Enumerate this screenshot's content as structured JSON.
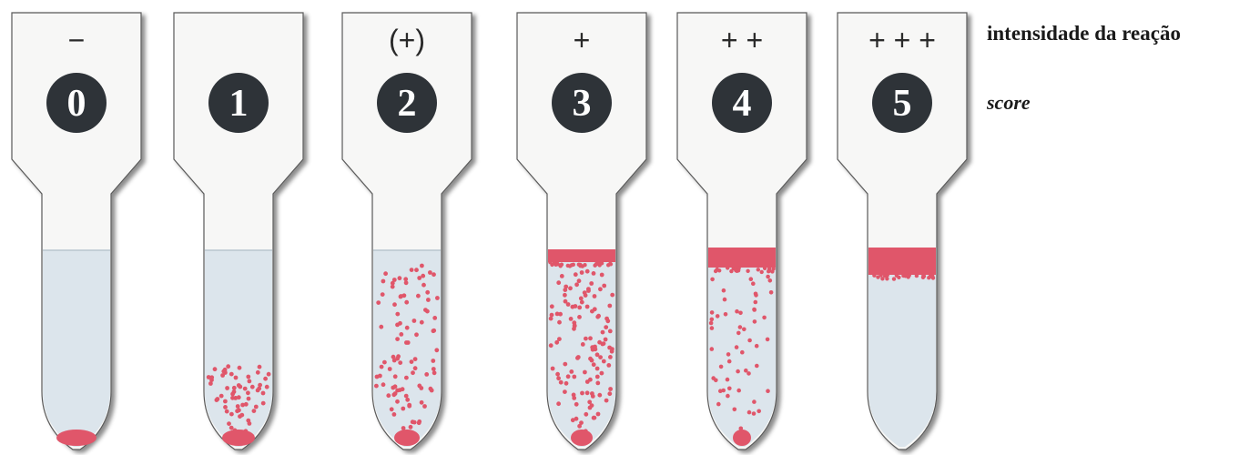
{
  "legend": {
    "reaction_label": "intensidade da reação",
    "score_label": "score"
  },
  "colors": {
    "card": "#f7f7f6",
    "card_edge": "#5a5a5a",
    "liquid": "#dce5ec",
    "cells": "#e0566a",
    "badge": "#2e3338",
    "badge_text": "#ffffff",
    "symbol": "#2a2a2a"
  },
  "tubes": [
    {
      "score": "0",
      "intensity": "−",
      "pattern": "pellet"
    },
    {
      "score": "1",
      "intensity": "",
      "pattern": "low-scatter"
    },
    {
      "score": "2",
      "intensity": "(+)",
      "pattern": "scatter"
    },
    {
      "score": "3",
      "intensity": "+",
      "pattern": "thin-band-dense"
    },
    {
      "score": "4",
      "intensity": "+ +",
      "pattern": "band-sparse"
    },
    {
      "score": "5",
      "intensity": "+ + +",
      "pattern": "thick-band"
    }
  ]
}
